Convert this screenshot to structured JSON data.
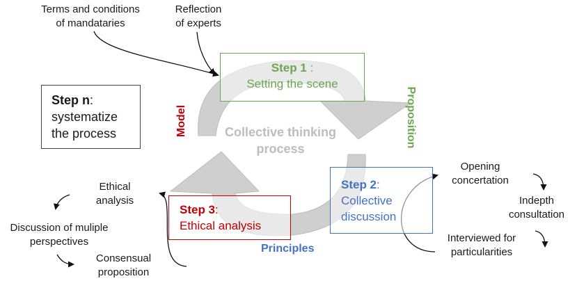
{
  "cycle": {
    "center_line1": "Collective thinking",
    "center_line2": "process",
    "arrow_color": "#cfcfcf",
    "center_text_color": "#bdbdbd"
  },
  "steps": {
    "step1": {
      "title": "Step 1",
      "sep": " :",
      "desc": "Setting the scene",
      "color": "#6aa84f"
    },
    "step2": {
      "title": "Step 2",
      "sep": ":",
      "line1": "Collective",
      "line2": "discussion",
      "color": "#4472c4"
    },
    "step3": {
      "title": "Step 3",
      "sep": ":",
      "desc": "Ethical analysis",
      "color": "#c00000"
    },
    "stepn": {
      "title": "Step n",
      "sep": ":",
      "line1": "systematize",
      "line2": "the process"
    }
  },
  "sides": {
    "proposition": "Proposition",
    "principles": "Principles",
    "model": "Model"
  },
  "inputs": {
    "terms_line1": "Terms and conditions",
    "terms_line2": "of mandataries",
    "reflection_line1": "Reflection",
    "reflection_line2": "of experts"
  },
  "ethical_list": {
    "item1_line1": "Ethical",
    "item1_line2": "analysis",
    "item2_line1": "Discussion of muliple",
    "item2_line2": "perspectives",
    "item3_line1": "Consensual",
    "item3_line2": "proposition"
  },
  "discussion_list": {
    "item1_line1": "Opening",
    "item1_line2": "concertation",
    "item2_line1": "Indepth",
    "item2_line2": "consultation",
    "item3_line1": "Interviewed for",
    "item3_line2": "particularities"
  }
}
